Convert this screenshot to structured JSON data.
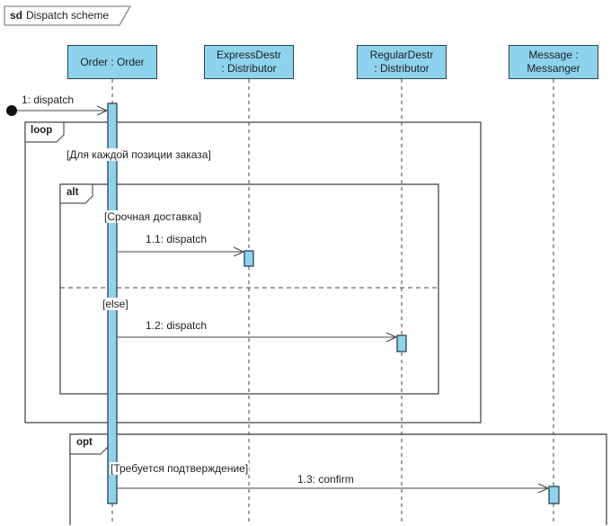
{
  "colors": {
    "shape_fill": "#8dd3ee",
    "shape_border": "#2b4350",
    "frame_border": "#565656",
    "tab_border": "#8a8a8a",
    "line_color": "#454545",
    "text": "#1f1f1f"
  },
  "frame_title": {
    "keyword": "sd",
    "name": "Dispatch scheme"
  },
  "lifelines": [
    {
      "id": "order",
      "line1": "Order : Order",
      "line2": ""
    },
    {
      "id": "express-destr",
      "line1": "ExpressDestr",
      "line2": ": Distributor"
    },
    {
      "id": "regular-destr",
      "line1": "RegularDestr",
      "line2": ": Distributor"
    },
    {
      "id": "messanger",
      "line1": "Message :",
      "line2": "Messanger"
    }
  ],
  "fragments": {
    "loop": {
      "operator": "loop",
      "guard": "[Для каждой позиции заказа]"
    },
    "alt": {
      "operator": "alt",
      "guard1": "[Срочная доставка]",
      "guard2": "[else]"
    },
    "opt": {
      "operator": "opt",
      "guard": "[Требуется подтверждение]"
    }
  },
  "messages": {
    "m1": "1: dispatch",
    "m11": "1.1: dispatch",
    "m12": "1.2: dispatch",
    "m13": "1.3: confirm"
  }
}
